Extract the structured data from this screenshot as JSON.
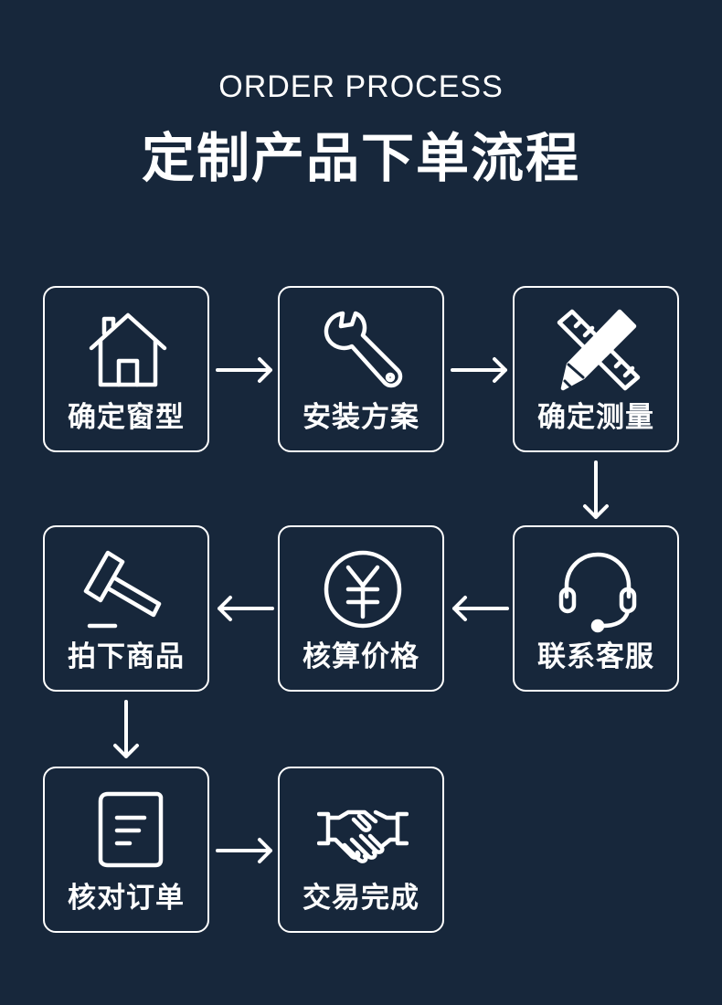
{
  "header": {
    "subtitle": "ORDER PROCESS",
    "title": "定制产品下单流程"
  },
  "steps": [
    {
      "label": "确定窗型",
      "icon": "house-icon"
    },
    {
      "label": "安装方案",
      "icon": "wrench-icon"
    },
    {
      "label": "确定测量",
      "icon": "ruler-pencil-icon"
    },
    {
      "label": "联系客服",
      "icon": "headset-icon"
    },
    {
      "label": "核算价格",
      "icon": "yen-coin-icon"
    },
    {
      "label": "拍下商品",
      "icon": "gavel-icon"
    },
    {
      "label": "核对订单",
      "icon": "document-icon"
    },
    {
      "label": "交易完成",
      "icon": "handshake-icon"
    }
  ],
  "colors": {
    "background": "#17273b",
    "foreground": "#ffffff"
  }
}
